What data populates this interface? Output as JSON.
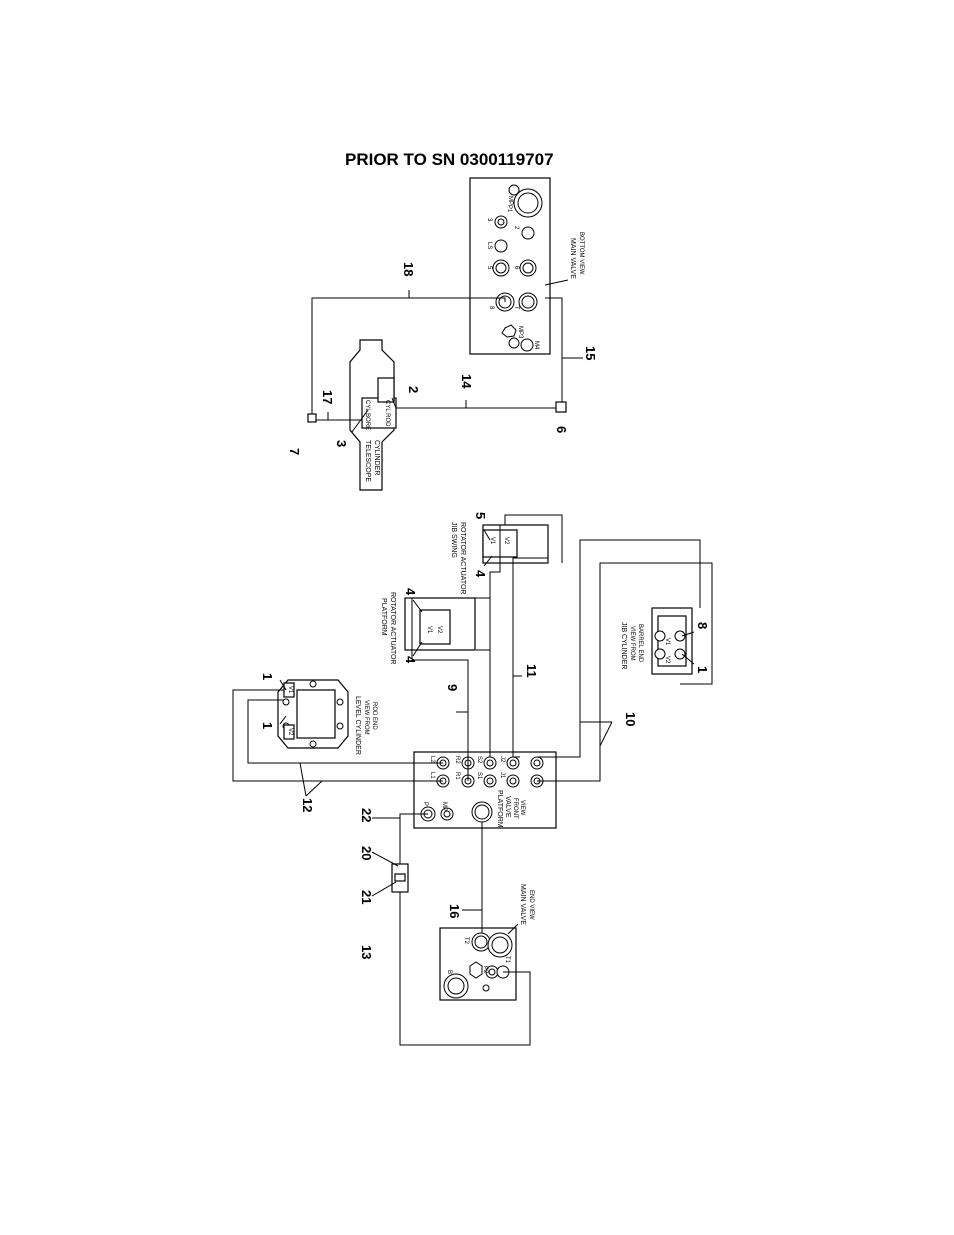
{
  "title": "PRIOR TO SN 0300119707",
  "components": {
    "main_valve_bottom": {
      "label1": "MAIN VALVE",
      "label2": "BOTTOM VIEW",
      "ports": {
        "mp": "MP",
        "p1": "P1",
        "p2": "2",
        "ls": "LS",
        "ls3": "3",
        "p5": "5",
        "p6": "6",
        "p8": "8",
        "t": "T",
        "mp3": "MP3",
        "m4": "M4"
      }
    },
    "telescope": {
      "label1": "TELESCOPE",
      "label2": "CYLINDER",
      "bore1": "CYL BORE",
      "bore2": "CYL ROD"
    },
    "jib_swing": {
      "label1": "JIB SWING",
      "label2": "ROTATOR ACTUATOR",
      "v1": "V1",
      "v2": "V2"
    },
    "platform_rotator": {
      "label1": "PLATFORM",
      "label2": "ROTATOR ACTUATOR",
      "v1": "V1",
      "v2": "V2"
    },
    "level_cylinder": {
      "label1": "LEVEL CYLINDER",
      "label2": "VIEW FROM",
      "label3": "ROD END",
      "v1": "V1",
      "v2": "V2"
    },
    "jib_cylinder": {
      "label1": "JIB CYLINDER",
      "label2": "VIEW FROM",
      "label3": "BARREL END",
      "v1": "V1",
      "v2": "V2"
    },
    "platform_valve": {
      "label1": "PLATFORM",
      "label2": "VALVE",
      "label3": "FRONT",
      "label4": "VIEW",
      "ports": {
        "p": "P",
        "mp": "MP",
        "l1": "L1",
        "l2": "L2",
        "r1": "R1",
        "r2": "R2",
        "s1": "S1",
        "s2": "S2",
        "j1": "J1",
        "j2": "J2"
      }
    },
    "main_valve_end": {
      "label1": "MAIN VALVE",
      "label2": "END VIEW",
      "ports": {
        "t2": "T2",
        "b": "B",
        "p2": "P2",
        "t1": "T1"
      }
    }
  },
  "callouts": {
    "n1a": "1",
    "n1b": "1",
    "n1c": "1",
    "n2": "2",
    "n3": "3",
    "n4a": "4",
    "n4b": "4",
    "n4c": "4",
    "n5": "5",
    "n6": "6",
    "n7": "7",
    "n8": "8",
    "n9": "9",
    "n10": "10",
    "n11": "11",
    "n12": "12",
    "n13": "13",
    "n14": "14",
    "n15": "15",
    "n16": "16",
    "n17": "17",
    "n18": "18",
    "n20": "20",
    "n21": "21",
    "n22": "22"
  }
}
